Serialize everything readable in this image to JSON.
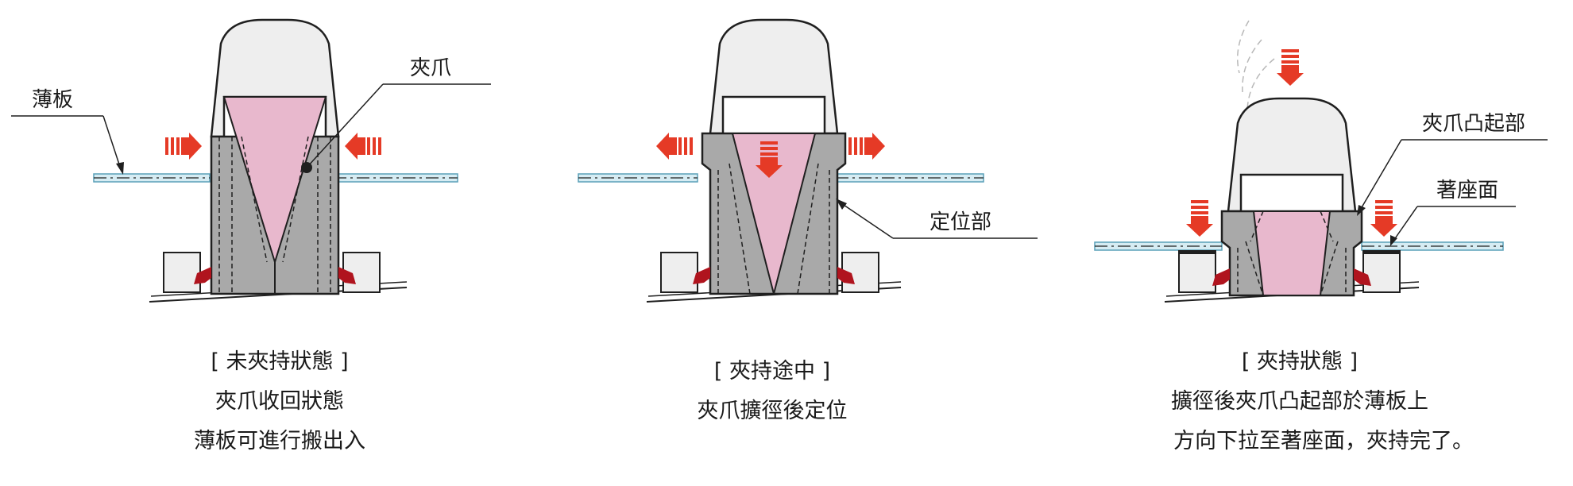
{
  "colors": {
    "body": "#a9a9a9",
    "cone": "#e8b8cd",
    "cap": "#eeeeee",
    "plate": "#d6ecf3",
    "seal": "#b0141e",
    "arrow": "#e53a26",
    "line": "#1f1f1f"
  },
  "labels": {
    "thin_plate": "薄板",
    "clamp_jaw": "夾爪",
    "locating_part": "定位部",
    "jaw_protrusion": "夾爪凸起部",
    "seating_surface": "著座面"
  },
  "captions": [
    {
      "title": "[ 未夾持狀態 ]",
      "lines": [
        "夾爪收回狀態",
        "薄板可進行搬出入"
      ]
    },
    {
      "title": "[ 夾持途中 ]",
      "lines": [
        "夾爪擴徑後定位"
      ]
    },
    {
      "title": "[ 夾持狀態 ]",
      "lines": [
        "擴徑後夾爪凸起部於薄板上",
        "方向下拉至著座面，夾持完了。"
      ]
    }
  ]
}
